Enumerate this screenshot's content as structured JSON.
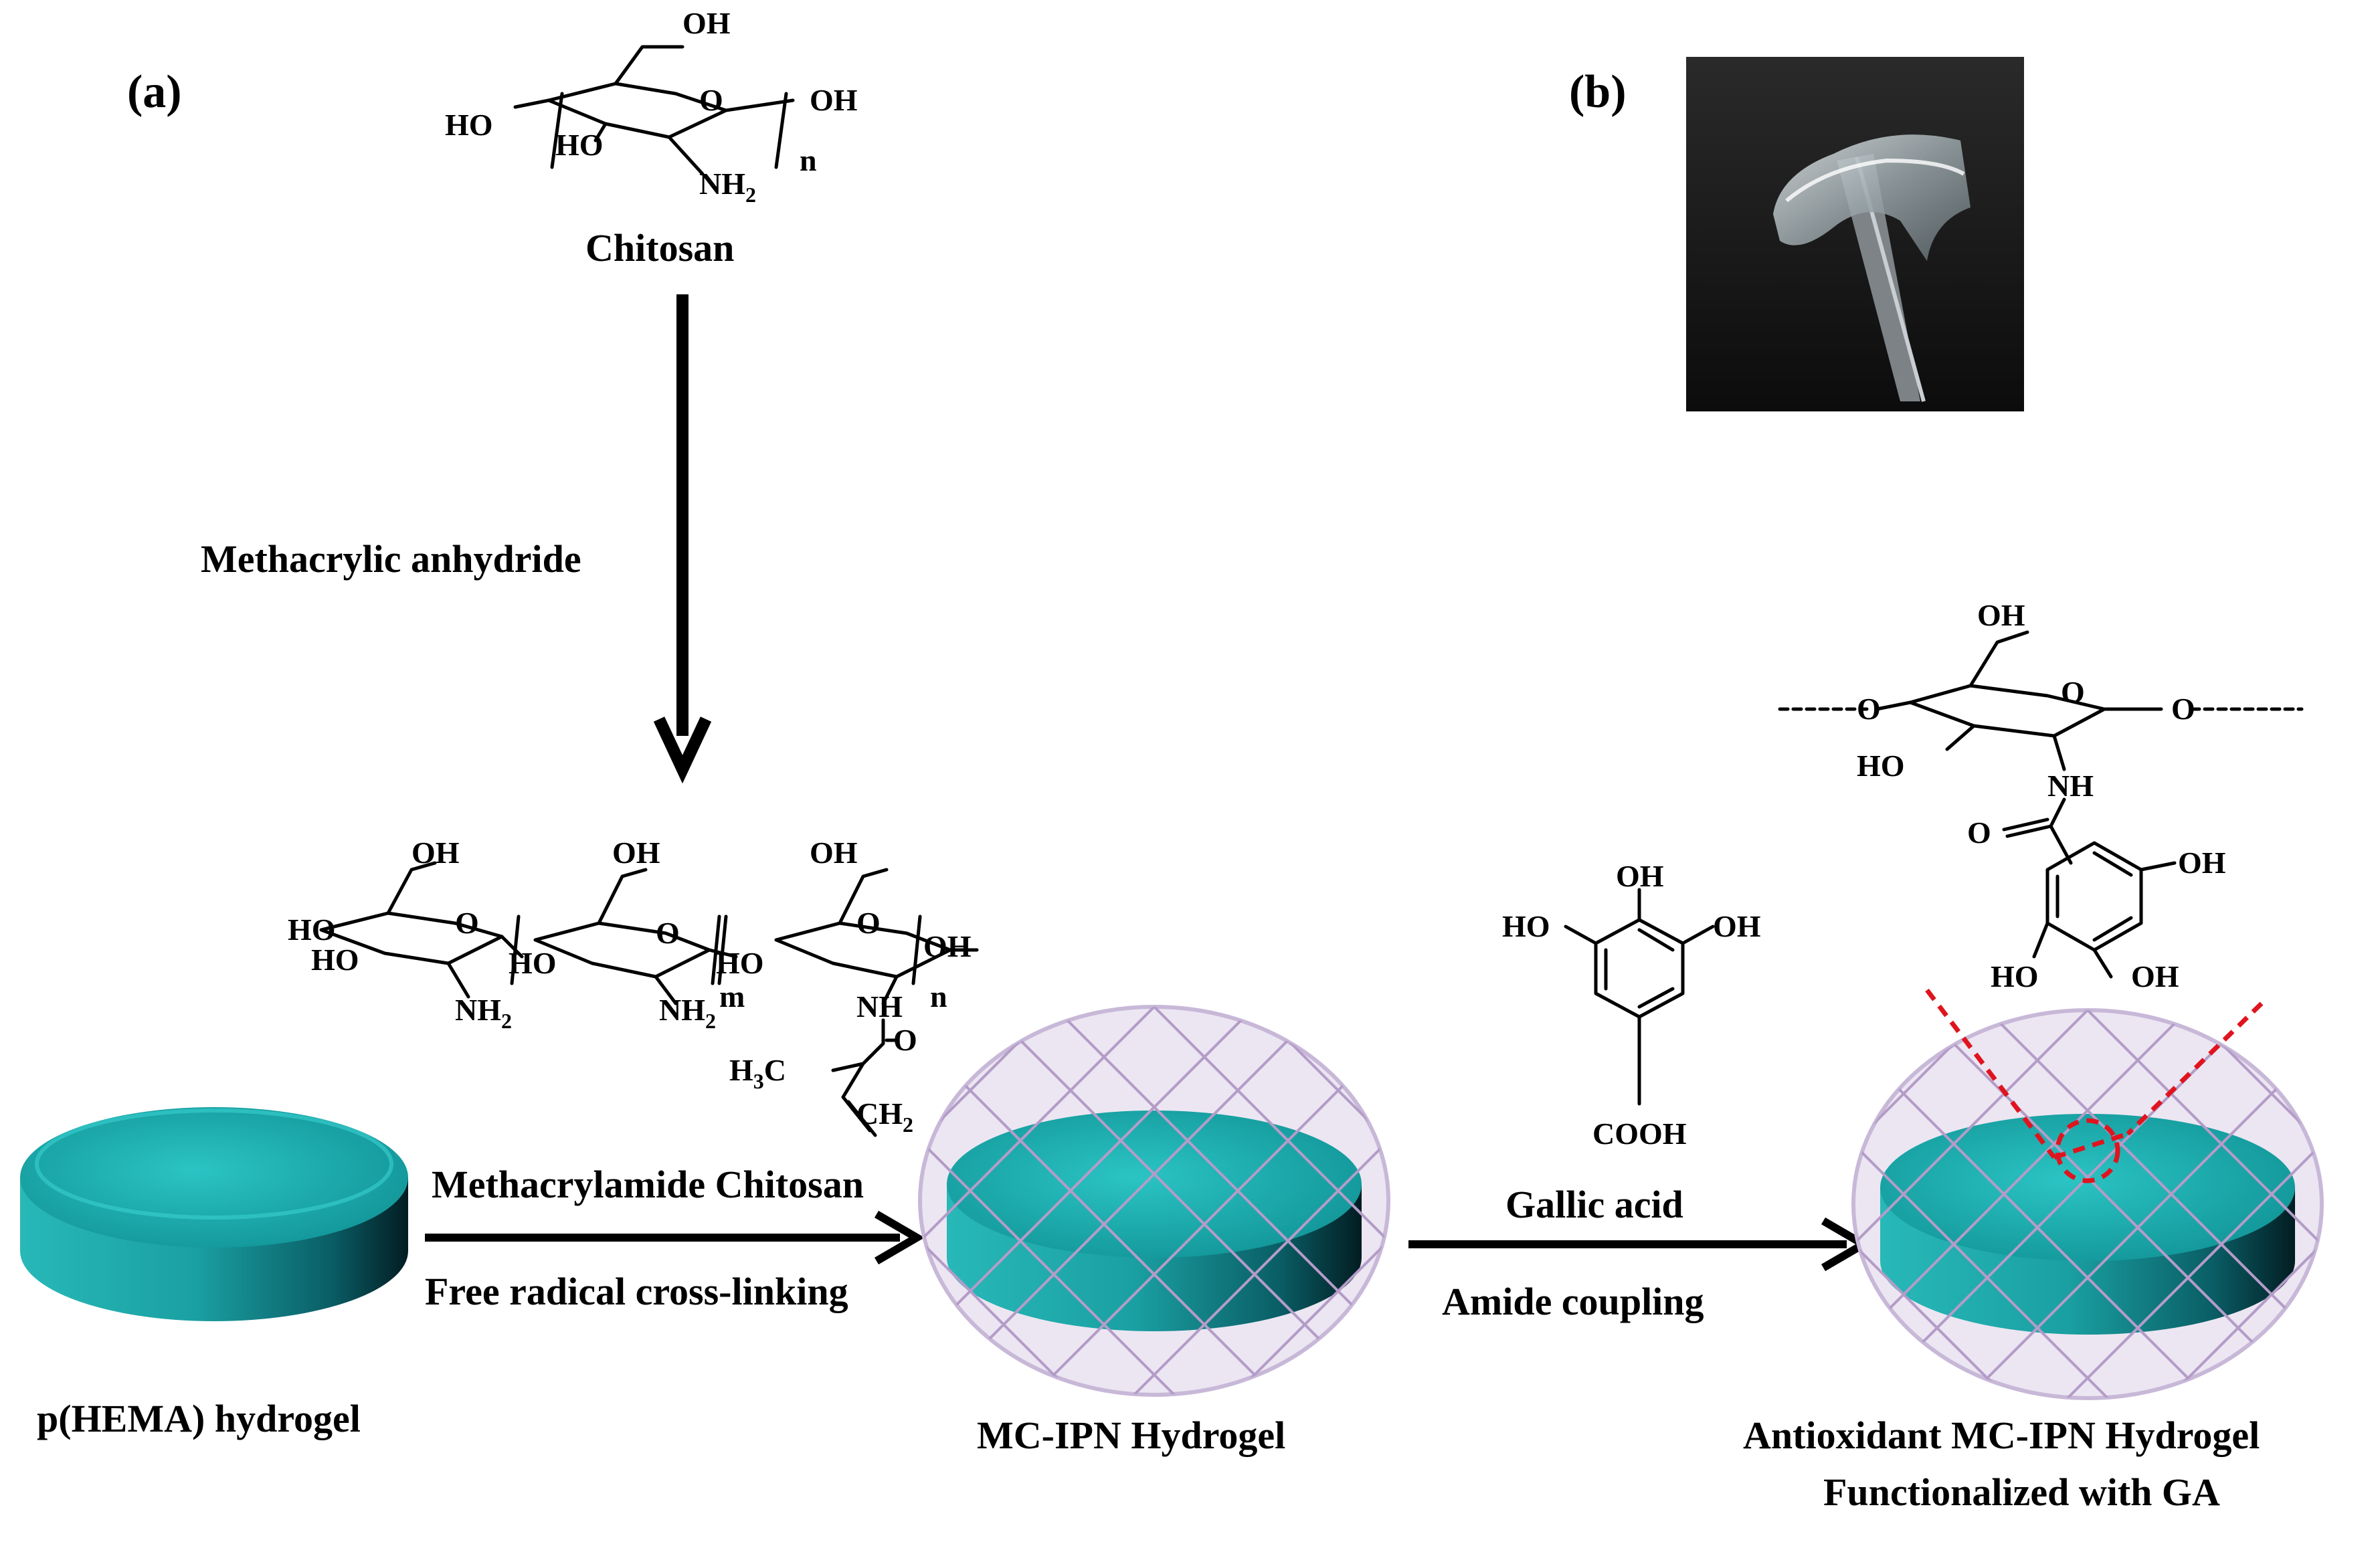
{
  "panels": {
    "a": "(a)",
    "b": "(b)"
  },
  "chitosan": {
    "name": "Chitosan",
    "groups": {
      "oh_top": "OH",
      "ho_left": "HO",
      "ho_ring": "HO",
      "oh_right": "OH",
      "ring_o": "O",
      "nh2": "NH",
      "nh2_sub": "2",
      "n": "n"
    }
  },
  "step1": {
    "reagent": "Methacrylic anhydride"
  },
  "mc": {
    "groups": {
      "oh1": "OH",
      "oh2": "OH",
      "oh3": "OH",
      "ho_a": "HO",
      "ho_b": "HO",
      "ho_c": "HO",
      "ho_d": "HO",
      "o1": "O",
      "o2": "O",
      "o3": "O",
      "nh2a": "NH",
      "nh2a_sub": "2",
      "nh2b": "NH",
      "nh2b_sub": "2",
      "m": "m",
      "oh_end": "OH",
      "nh": "NH",
      "n": "n",
      "carbonyl_o": "O",
      "h3c": "H",
      "h3c_sub": "3",
      "h3c_c": "C",
      "ch2": "CH",
      "ch2_sub": "2"
    }
  },
  "step2": {
    "line1": "Methacrylamide Chitosan",
    "line2": "Free radical cross-linking"
  },
  "phema": {
    "label": "p(HEMA) hydrogel"
  },
  "mcipn": {
    "label": "MC-IPN Hydrogel"
  },
  "gallic": {
    "name": "Gallic acid",
    "groups": {
      "oh_top": "OH",
      "ho_left": "HO",
      "oh_right": "OH",
      "cooh": "COOH"
    }
  },
  "step3": {
    "reagent": "Amide coupling"
  },
  "product": {
    "line1": "Antioxidant MC-IPN Hydrogel",
    "line2": "Functionalized with GA",
    "groups": {
      "oh_top": "OH",
      "o_left": "O",
      "ring_o": "O",
      "o_right": "O",
      "ho": "HO",
      "nh": "NH",
      "carbonyl_o": "O",
      "oh_right": "OH",
      "ho_bottom": "HO",
      "oh_bottom": "OH"
    }
  },
  "colors": {
    "disk": "#1aa7a7",
    "disk_dark": "#063f47",
    "mesh": "#b49cc8",
    "marker": "#e0141e"
  }
}
